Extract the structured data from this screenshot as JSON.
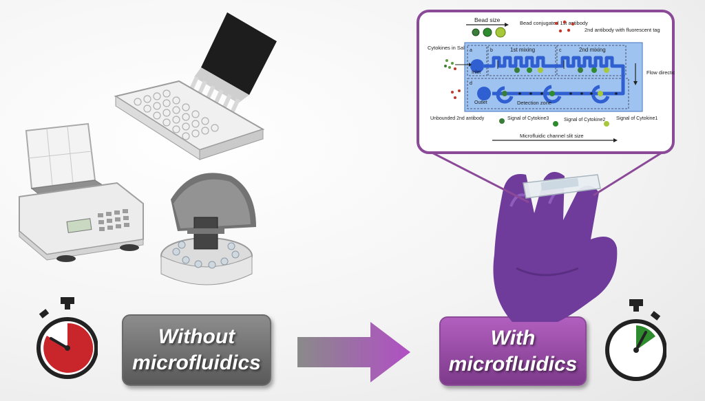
{
  "labels": {
    "without": "Without microfluidics",
    "with": "With microfluidics"
  },
  "chip_diagram": {
    "bead_size": "Bead size",
    "bead_conjugated": "Bead conjugated 1st antibody",
    "second_antibody": "2nd antibody with fluorescent tag",
    "cytokines_in_saliva": "Cytokines in Saliva",
    "panel_a": "a",
    "panel_b": "b",
    "panel_c": "c",
    "panel_d": "d",
    "first_mixing": "1st mixing",
    "second_mixing": "2nd mixing",
    "inlet": "Inlet",
    "outlet": "Outlet",
    "detection_zone": "Detection zone",
    "flow_direction": "Flow direction",
    "unbounded_2nd_antibody": "Unbounded 2nd antibody",
    "signal_cytokine3": "Signal of Cytokine3",
    "signal_cytokine2": "Signal of Cytokine2",
    "signal_cytokine1": "Signal of Cytokine1",
    "channel_slit_size": "Microfluidic channel slit size"
  },
  "colors": {
    "accent_purple": "#8b4a98",
    "gray_box": "#6e6e6e",
    "stopwatch_red": "#c9262c",
    "stopwatch_green": "#2e8b2e",
    "chip_blue": "#3a6fd8",
    "chip_light": "#9ec3f0"
  },
  "icons": {
    "slow_timer": "stopwatch-icon",
    "fast_timer": "stopwatch-icon",
    "process_arrow": "arrow-right-icon"
  }
}
